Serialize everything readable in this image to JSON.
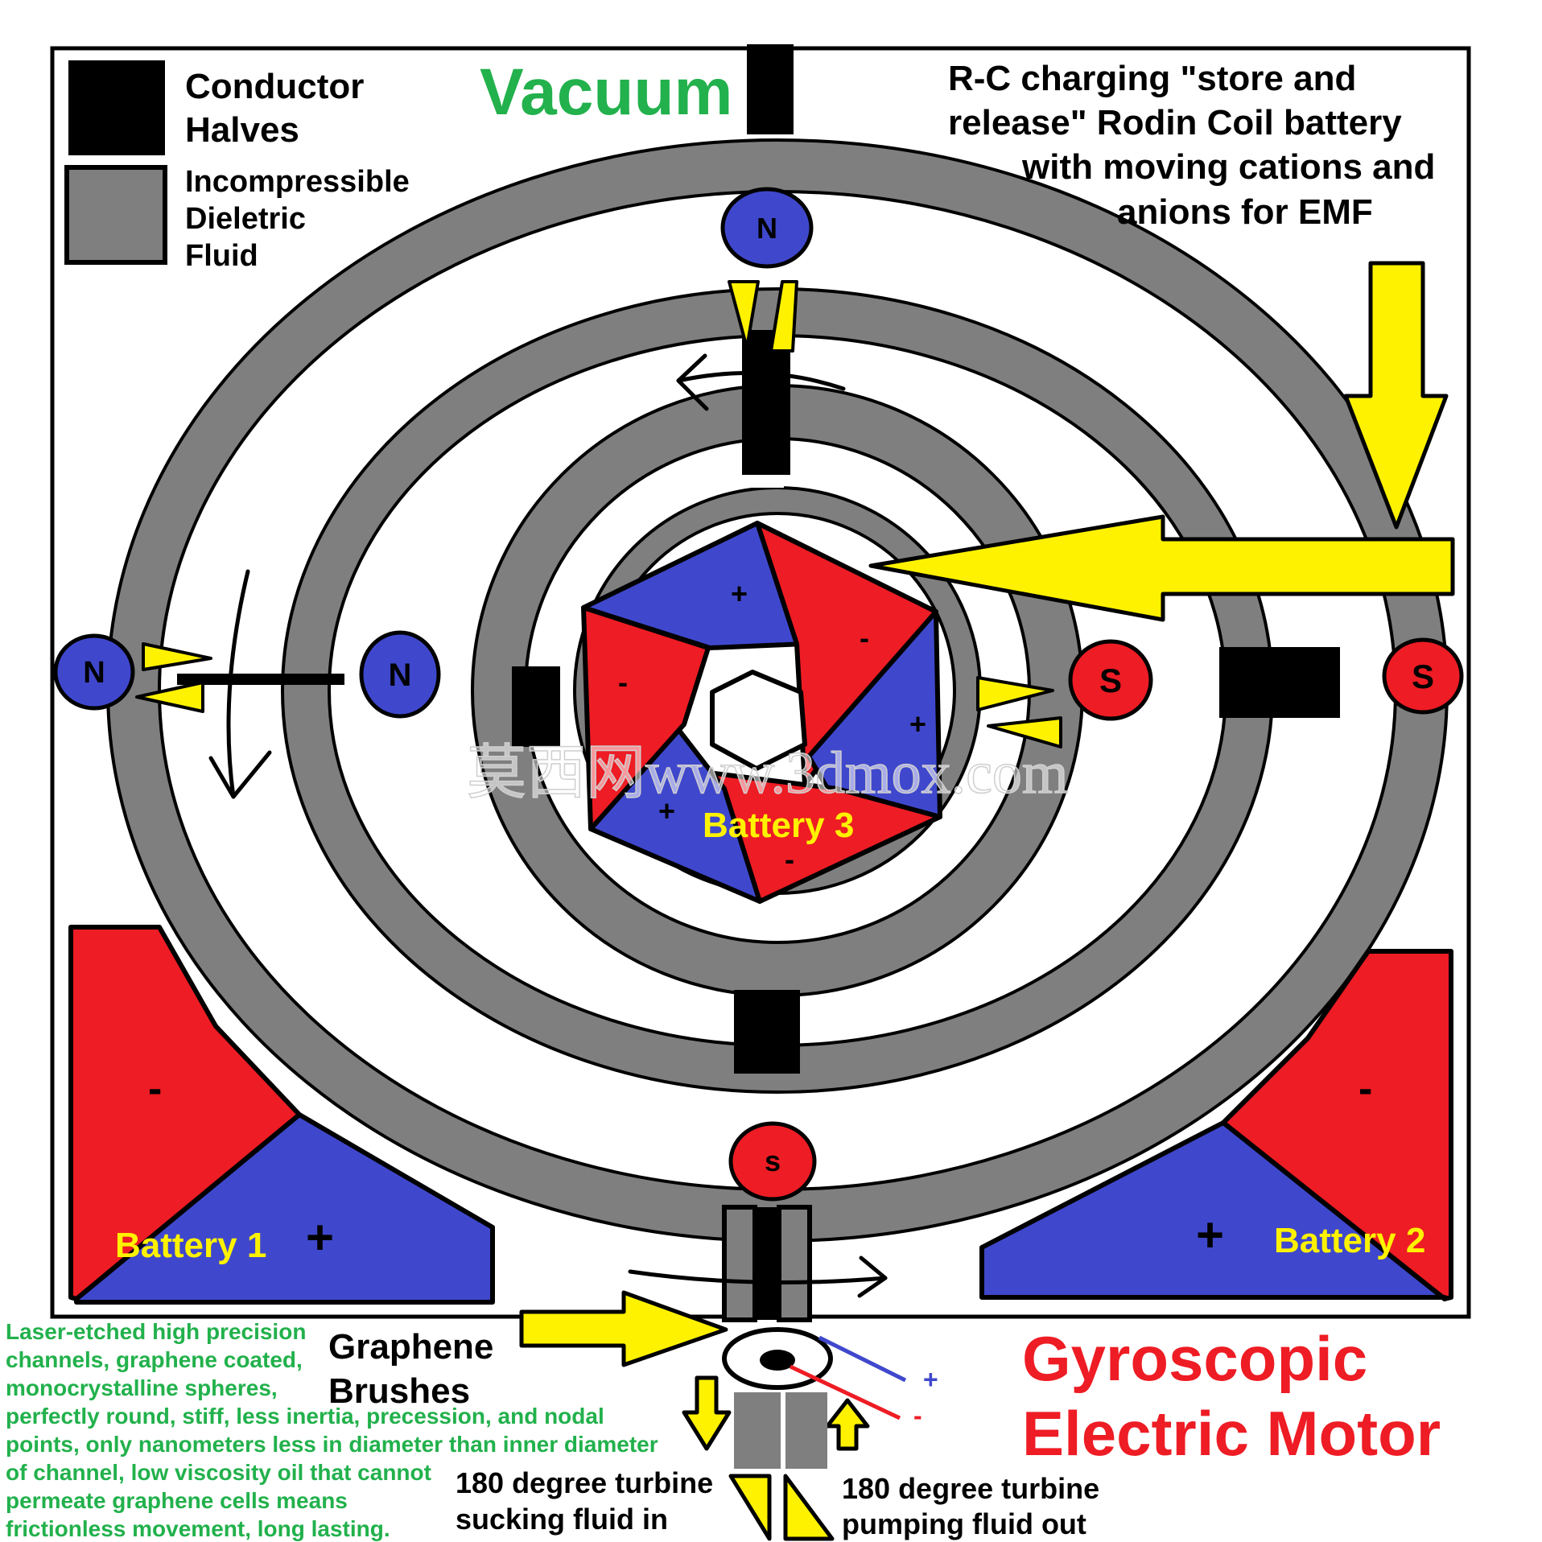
{
  "legend": {
    "conductor_line1": "Conductor",
    "conductor_line2": "Halves",
    "fluid_line1": "Incompressible",
    "fluid_line2": "Dieletric",
    "fluid_line3": "Fluid"
  },
  "vacuum_label": "Vacuum",
  "description": {
    "line1": "R-C charging \"store and",
    "line2": "release\" Rodin Coil battery",
    "line3": "with moving cations and",
    "line4": "anions for  EMF"
  },
  "magnets": {
    "top_outer": "N",
    "left_outer": "N",
    "left_inner": "N",
    "right_inner": "S",
    "right_outer": "S",
    "bottom": "s"
  },
  "battery3": {
    "label": "Battery 3",
    "plus_top": "+",
    "minus_right": "-",
    "minus_left": "-",
    "plus_right": "+",
    "plus_bottom": "+",
    "minus_bottom": "-"
  },
  "battery1": {
    "label": "Battery 1",
    "minus": "-",
    "plus": "+"
  },
  "battery2": {
    "label": "Battery 2",
    "minus": "-",
    "plus": "+"
  },
  "brushes": {
    "line1": "Graphene",
    "line2": "Brushes"
  },
  "terminals": {
    "plus": "+",
    "minus": "-"
  },
  "turbine_in": {
    "line1": "180 degree turbine",
    "line2": "sucking fluid in"
  },
  "turbine_out": {
    "line1": "180 degree turbine",
    "line2": "pumping fluid out"
  },
  "title": {
    "line1": "Gyroscopic",
    "line2": "Electric Motor"
  },
  "notes": [
    "Laser-etched high precision",
    "channels, graphene coated,",
    "monocrystalline spheres,",
    "perfectly round, stiff, less inertia, precession, and nodal",
    "points, only nanometers less in diameter than inner diameter",
    "of channel, low viscosity oil that cannot",
    "permeate graphene cells means",
    "frictionless movement, long lasting."
  ],
  "watermark": "莫西网www.3dmox.com",
  "colors": {
    "red": "#ee1c24",
    "blue": "#3f48cc",
    "yellow": "#fff200",
    "gray": "#7f7f7f",
    "green": "#22b14c",
    "black": "#000000"
  }
}
